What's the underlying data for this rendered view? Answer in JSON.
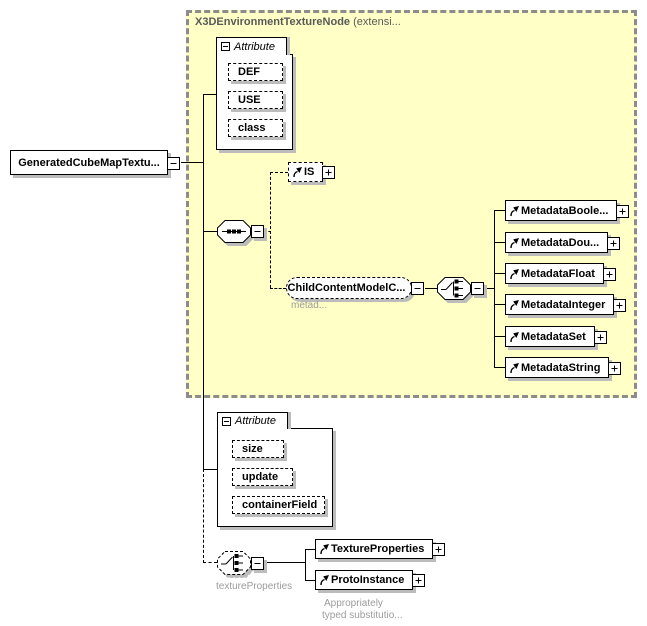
{
  "colors": {
    "group_background": "#FFFFC6",
    "group_border": "#8C8C8C",
    "box_shadow": "#BCBCBC",
    "annotation_text": "#9C9C9C",
    "group_title_text": "#595959"
  },
  "root_element": {
    "label": "GeneratedCubeMapTextu..."
  },
  "base_type_group": {
    "title_name": "X3DEnvironmentTextureNode",
    "title_suffix": " (extensi...",
    "attribute_group": {
      "label": "Attribute",
      "items": [
        "DEF",
        "USE",
        "class"
      ]
    },
    "is_ref": {
      "label": "IS"
    },
    "child_content": {
      "label": "ChildContentModelC...",
      "annotation": "metad..."
    },
    "metadata_refs": [
      "MetadataBoole...",
      "MetadataDou...",
      "MetadataFloat",
      "MetadataInteger",
      "MetadataSet",
      "MetadataString"
    ]
  },
  "local_attribute_group": {
    "label": "Attribute",
    "items": [
      "size",
      "update",
      "containerField"
    ]
  },
  "texture_properties_choice": {
    "annotation": "textureProperties",
    "options": [
      "TextureProperties",
      "ProtoInstance"
    ],
    "note_line1": "Appropriately",
    "note_line2": "typed substitutio..."
  }
}
